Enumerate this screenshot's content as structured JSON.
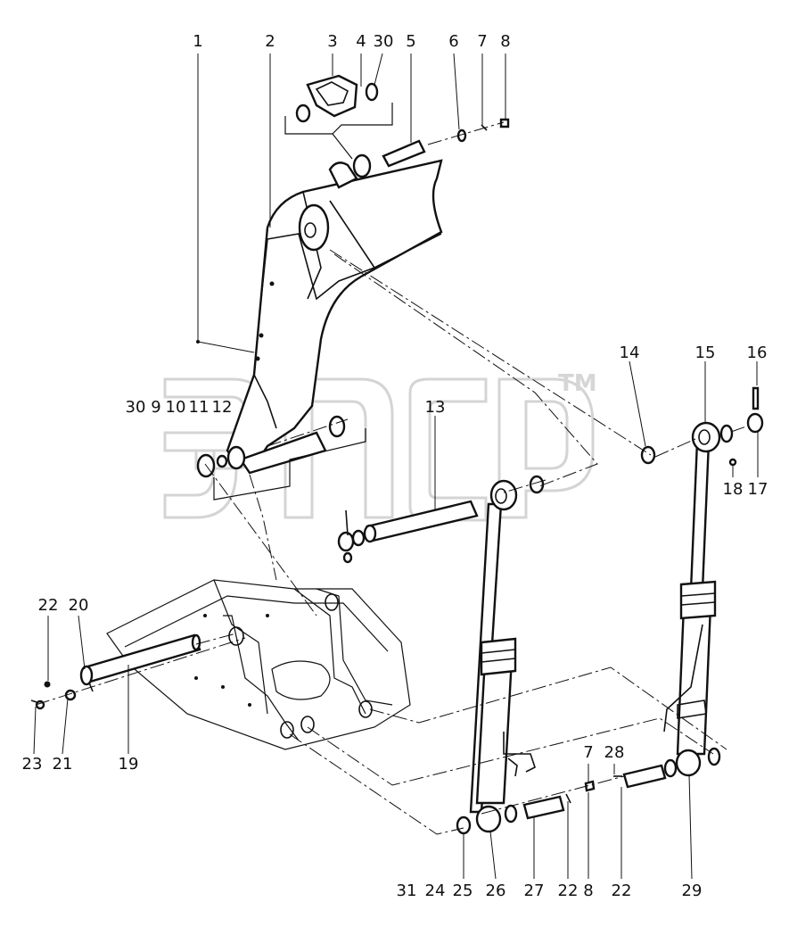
{
  "watermark": {
    "trademark": "TM"
  },
  "callouts": {
    "top": [
      "1",
      "2",
      "3",
      "4",
      "30",
      "5",
      "6",
      "7",
      "8"
    ],
    "right": [
      "14",
      "15",
      "16",
      "18",
      "17"
    ],
    "left_pin": [
      "30",
      "9",
      "10",
      "11",
      "12"
    ],
    "mid": [
      "13"
    ],
    "left": [
      "22",
      "20",
      "23",
      "21",
      "19"
    ],
    "bottom": [
      "31",
      "24",
      "25",
      "26",
      "27",
      "22",
      "8",
      "22",
      "29"
    ],
    "bottom_upper": [
      "7",
      "28"
    ]
  }
}
